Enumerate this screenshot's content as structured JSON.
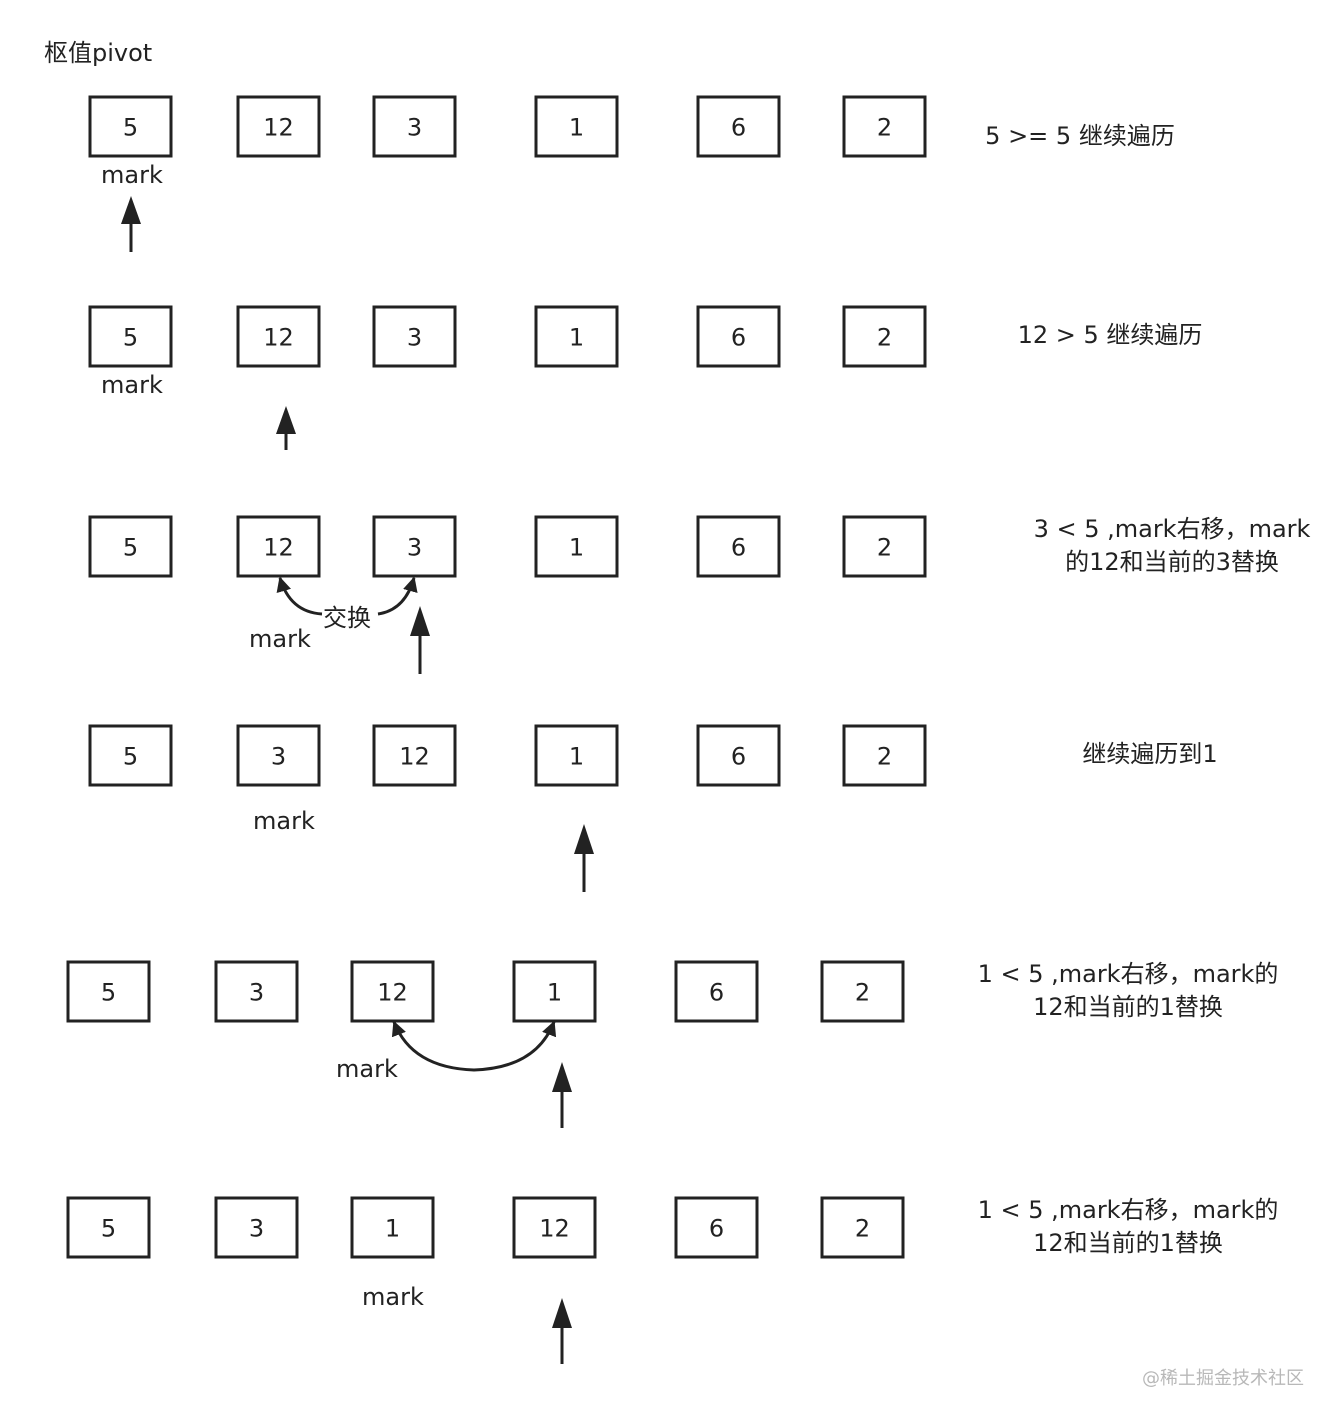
{
  "pivot_label": "枢值pivot",
  "mark_label": "mark",
  "swap_label": "交换",
  "watermark": "@稀土掘金技术社区",
  "rows": [
    {
      "values": [
        "5",
        "12",
        "3",
        "1",
        "6",
        "2"
      ],
      "note": "5 >= 5 继续遍历"
    },
    {
      "values": [
        "5",
        "12",
        "3",
        "1",
        "6",
        "2"
      ],
      "note": "12 > 5 继续遍历"
    },
    {
      "values": [
        "5",
        "12",
        "3",
        "1",
        "6",
        "2"
      ],
      "note": "3 < 5 ,mark右移，mark\n的12和当前的3替换"
    },
    {
      "values": [
        "5",
        "3",
        "12",
        "1",
        "6",
        "2"
      ],
      "note": "继续遍历到1"
    },
    {
      "values": [
        "5",
        "3",
        "12",
        "1",
        "6",
        "2"
      ],
      "note": "1 < 5 ,mark右移，mark的\n12和当前的1替换"
    },
    {
      "values": [
        "5",
        "3",
        "1",
        "12",
        "6",
        "2"
      ],
      "note": "1 < 5 ,mark右移，mark的\n12和当前的1替换"
    }
  ],
  "colors": {
    "stroke": "#222222",
    "text": "#222222",
    "background": "#ffffff",
    "watermark": "#b8b8b8"
  }
}
